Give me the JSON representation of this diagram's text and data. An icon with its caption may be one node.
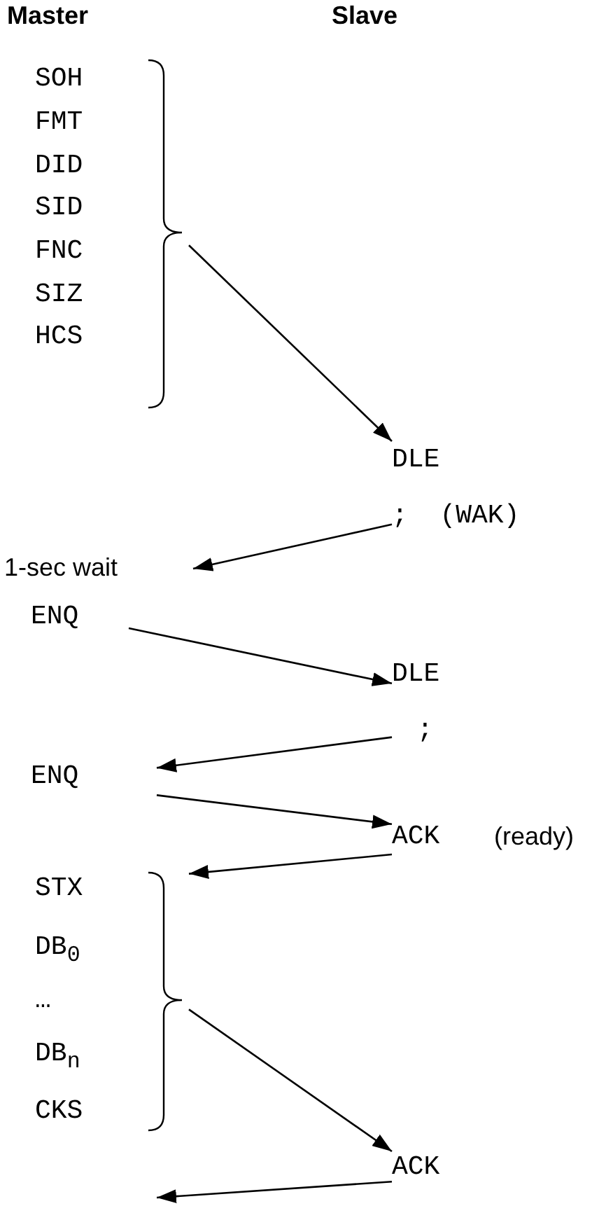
{
  "diagram": {
    "nodes": [
      {
        "text": [
          "SOH",
          "FMT",
          "DID",
          "SID",
          "FNC",
          "SIZ",
          "HCS"
        ]
      },
      {
        "text": [
          "DLE",
          ";  (WAK)"
        ]
      },
      {
        "text": [
          "1-sec wait"
        ]
      },
      {
        "text": [
          "ENQ"
        ]
      },
      {
        "text": [
          "DLE",
          ";"
        ]
      },
      {
        "text": [
          "ENQ"
        ]
      },
      {
        "text": [
          "ACK",
          "(ready)"
        ]
      },
      {
        "text": [
          "STX",
          "DB$_{0}$",
          "…",
          "DB$_{n}$",
          "CKS"
        ]
      },
      {
        "text": [
          "ACK"
        ]
      }
    ],
    "edges": [
      {
        "from": 0,
        "to": 1,
        "arrow": "to"
      },
      {
        "from": 1,
        "to": 2,
        "arrow": "to"
      },
      {
        "from": 3,
        "to": 4,
        "arrow": "to"
      },
      {
        "from": 4,
        "to": 5,
        "arrow": "to"
      },
      {
        "from": 5,
        "to": 6,
        "arrow": "to"
      },
      {
        "from": 6,
        "to": 7,
        "arrow": "to"
      },
      {
        "from": 7,
        "to": 8,
        "arrow": "to"
      },
      {
        "from": 8,
        "to": null,
        "arrow": "to"
      }
    ],
    "labels": [
      "Master",
      "Slave"
    ]
  }
}
